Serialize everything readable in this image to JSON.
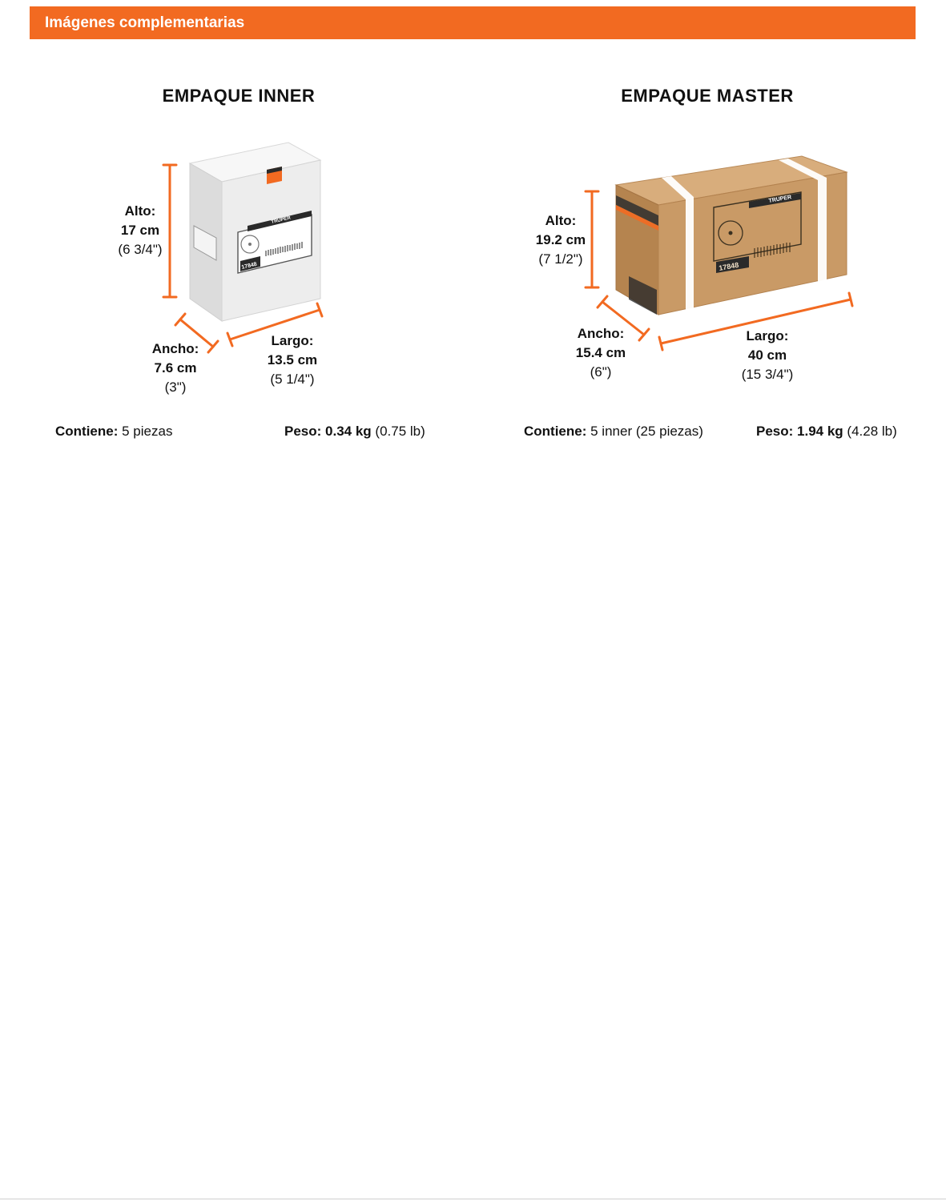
{
  "header": {
    "title": "Imágenes complementarias"
  },
  "colors": {
    "accent": "#f26a21",
    "cardboard": "#c59460",
    "white_box": "#ececec"
  },
  "inner": {
    "title": "EMPAQUE INNER",
    "box_code": "17848",
    "brand": "TRUPER",
    "alto": {
      "label": "Alto:",
      "metric": "17 cm",
      "imperial": "(6 3/4\")"
    },
    "ancho": {
      "label": "Ancho:",
      "metric": "7.6 cm",
      "imperial": "(3\")"
    },
    "largo": {
      "label": "Largo:",
      "metric": "13.5 cm",
      "imperial": "(5 1/4\")"
    },
    "contiene": {
      "label": "Contiene:",
      "value": "5 piezas"
    },
    "peso": {
      "label": "Peso:",
      "value": "0.34 kg",
      "extra": "(0.75 lb)"
    }
  },
  "master": {
    "title": "EMPAQUE MASTER",
    "box_code": "17848",
    "brand": "TRUPER",
    "alto": {
      "label": "Alto:",
      "metric": "19.2 cm",
      "imperial": "(7 1/2\")"
    },
    "ancho": {
      "label": "Ancho:",
      "metric": "15.4 cm",
      "imperial": "(6\")"
    },
    "largo": {
      "label": "Largo:",
      "metric": "40 cm",
      "imperial": "(15 3/4\")"
    },
    "contiene": {
      "label": "Contiene:",
      "value": "5 inner (25 piezas)"
    },
    "peso": {
      "label": "Peso:",
      "value": "1.94 kg",
      "extra": "(4.28 lb)"
    }
  }
}
